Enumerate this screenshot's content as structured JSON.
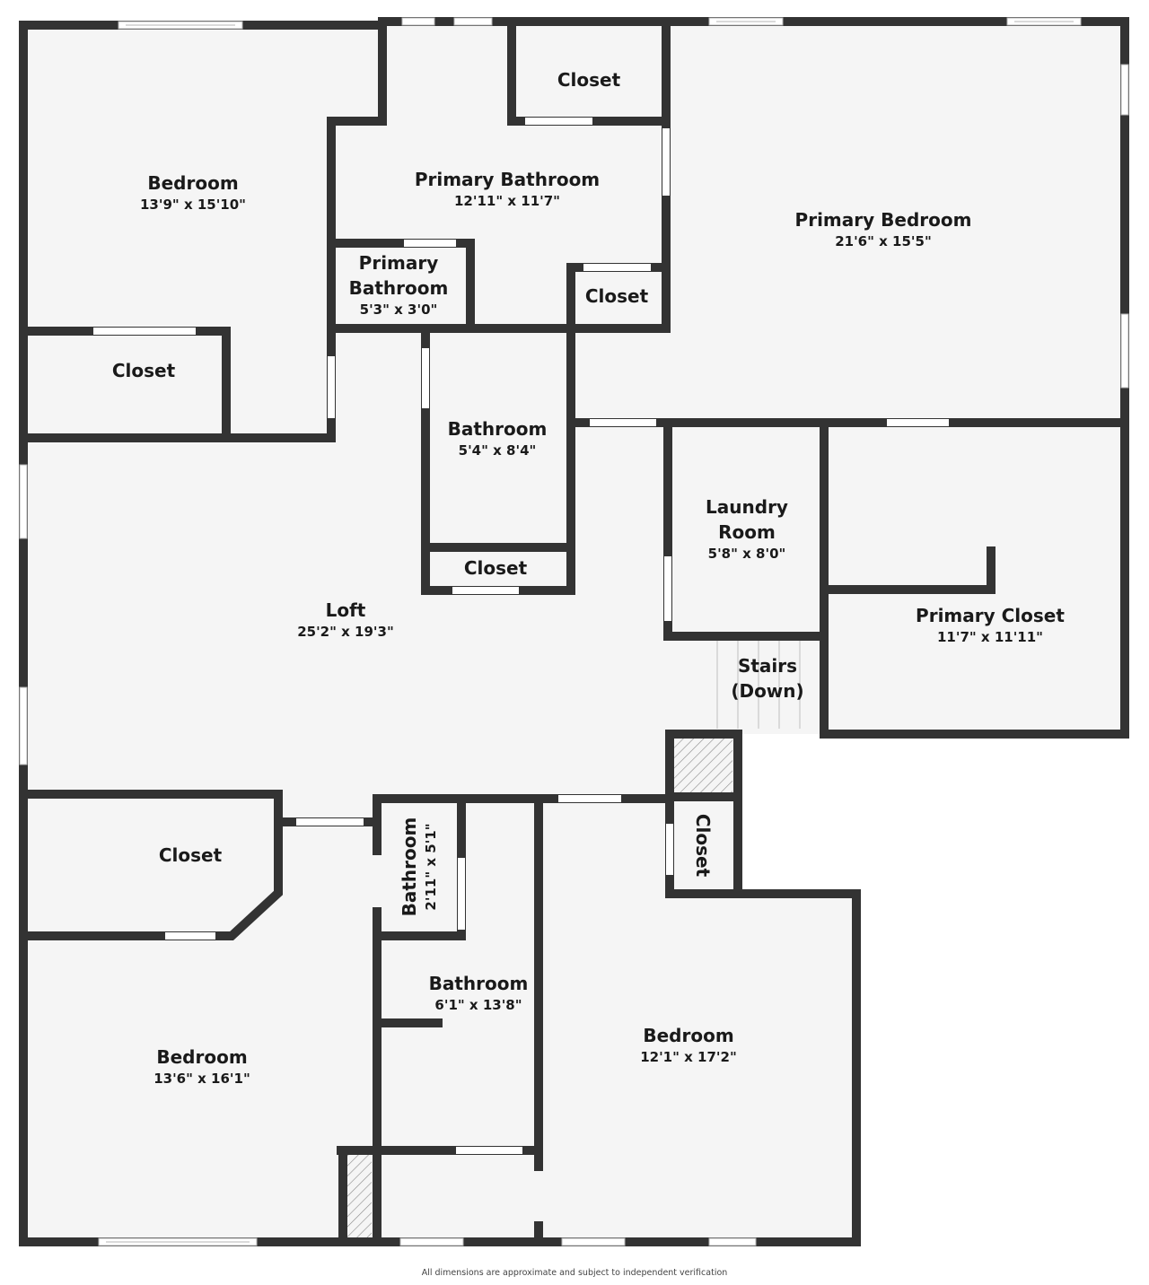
{
  "plan": {
    "rooms": [
      {
        "id": "bedroom-nw",
        "name": "Bedroom",
        "dim": "13'9\" x 15'10\""
      },
      {
        "id": "closet-nw",
        "name": "Closet",
        "dim": ""
      },
      {
        "id": "primary-bathroom",
        "name": "Primary Bathroom",
        "dim": "12'11\" x 11'7\""
      },
      {
        "id": "primary-bathroom-small",
        "name": "Primary\nBathroom",
        "name_line1": "Primary",
        "name_line2": "Bathroom",
        "dim": "5'3\" x 3'0\""
      },
      {
        "id": "closet-top",
        "name": "Closet",
        "dim": ""
      },
      {
        "id": "closet-mid",
        "name": "Closet",
        "dim": ""
      },
      {
        "id": "primary-bedroom",
        "name": "Primary Bedroom",
        "dim": "21'6\" x 15'5\""
      },
      {
        "id": "bathroom-center",
        "name": "Bathroom",
        "dim": "5'4\" x 8'4\""
      },
      {
        "id": "closet-center",
        "name": "Closet",
        "dim": ""
      },
      {
        "id": "laundry",
        "name_line1": "Laundry",
        "name_line2": "Room",
        "dim": "5'8\" x 8'0\""
      },
      {
        "id": "primary-closet",
        "name": "Primary Closet",
        "dim": "11'7\" x 11'11\""
      },
      {
        "id": "stairs",
        "name_line1": "Stairs",
        "name_line2": "(Down)",
        "dim": ""
      },
      {
        "id": "loft",
        "name": "Loft",
        "dim": "25'2\" x 19'3\""
      },
      {
        "id": "closet-sw",
        "name": "Closet",
        "dim": ""
      },
      {
        "id": "bathroom-small",
        "name": "Bathroom",
        "dim": "2'11\" x 5'1\""
      },
      {
        "id": "bathroom-south",
        "name": "Bathroom",
        "dim": "6'1\" x 13'8\""
      },
      {
        "id": "closet-se",
        "name": "Closet",
        "dim": ""
      },
      {
        "id": "bedroom-sw",
        "name": "Bedroom",
        "dim": "13'6\" x 16'1\""
      },
      {
        "id": "bedroom-se",
        "name": "Bedroom",
        "dim": "12'1\" x 17'2\""
      }
    ],
    "colors": {
      "wall": "#333333",
      "floor": "#f5f5f5",
      "door": "#ffffff",
      "background": "#ffffff"
    }
  },
  "footer": {
    "disclaimer": "All dimensions are approximate and subject to independent verification"
  }
}
